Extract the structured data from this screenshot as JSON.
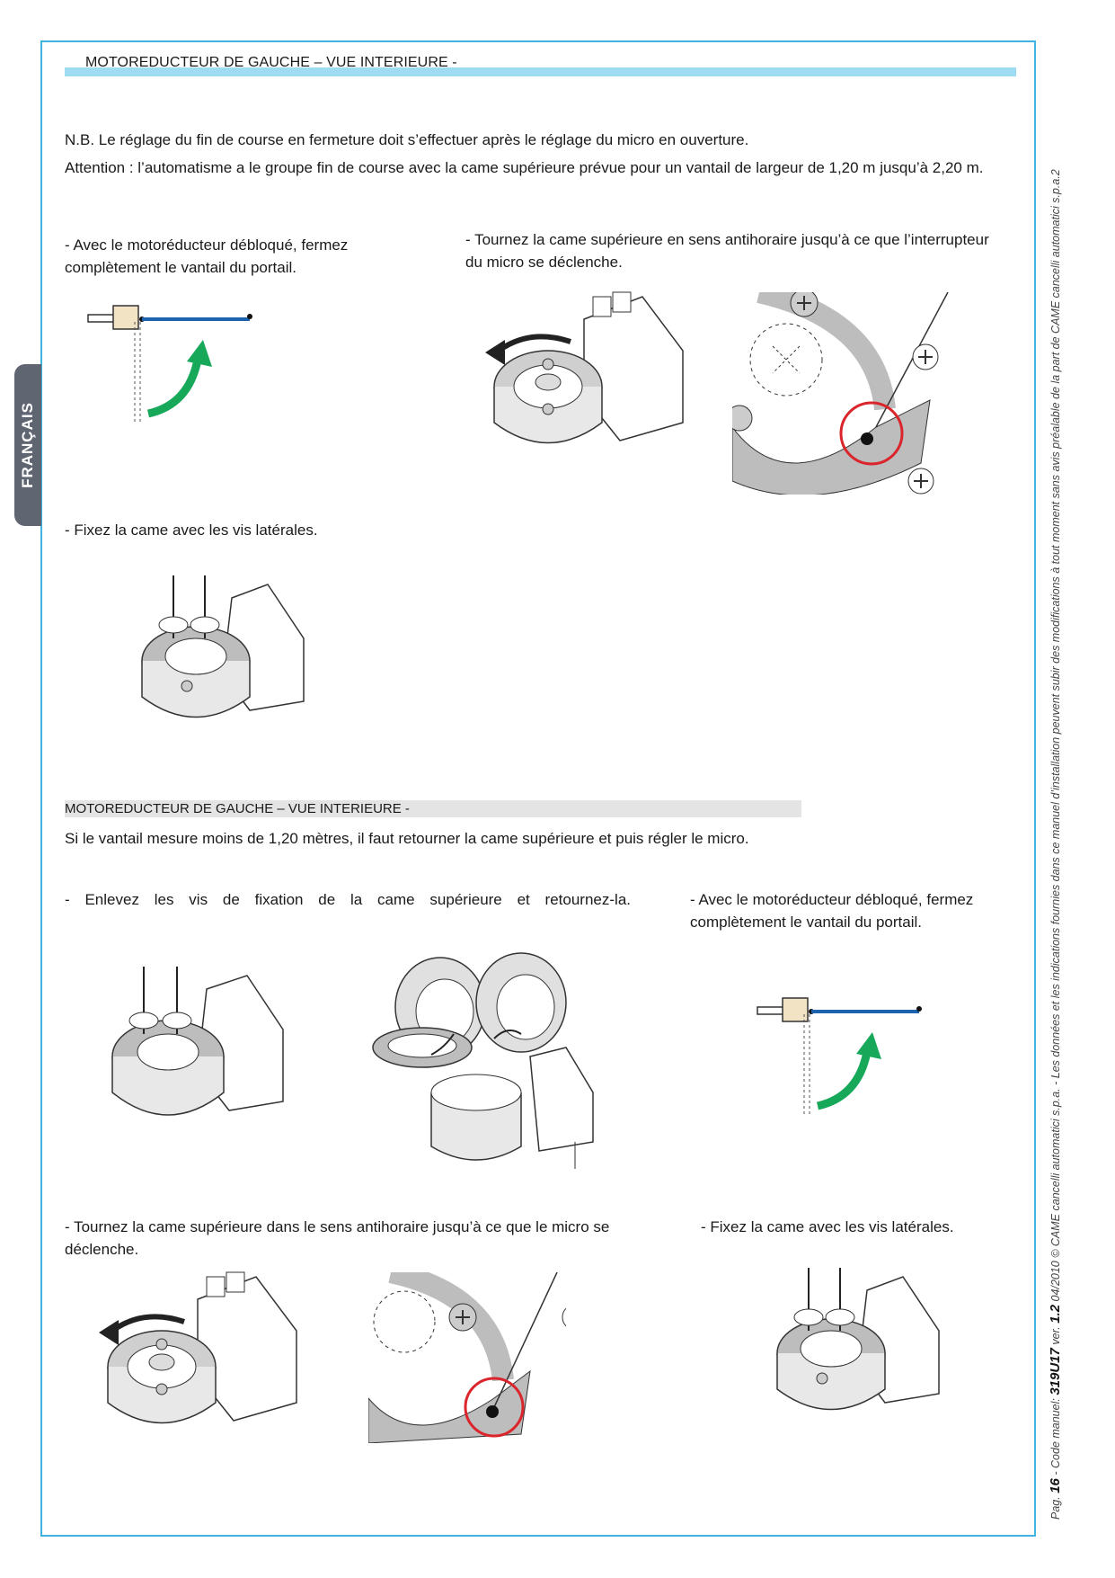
{
  "section1": {
    "heading": "MOTOREDUCTEUR DE GAUCHE – VUE INTERIEURE -"
  },
  "notes": {
    "nb": "N.B. Le réglage du fin de course en fermeture doit s’effectuer après le réglage du micro en ouverture.",
    "attention": "Attention : l’automatisme a le groupe fin de course avec la came supérieure prévue pour un vantail de largeur de 1,20 m jusqu’à 2,20 m."
  },
  "steps1": {
    "close_l1": "- Avec le motoréducteur débloqué, fermez",
    "close_l2": "complètement le vantail du portail.",
    "turn_l1": "- Tournez la came supérieure en sens antihoraire jusqu’à ce que l’interrupteur",
    "turn_l2": "du micro se déclenche.",
    "fix": "- Fixez la came avec les vis latérales."
  },
  "section2": {
    "heading": "MOTOREDUCTEUR DE GAUCHE – VUE INTERIEURE -",
    "intro": "Si le vantail mesure moins de 1,20 mètres, il faut retourner la came supérieure et puis régler le micro."
  },
  "steps2": {
    "remove": "- Enlevez les vis de fixation de la came supérieure et retournez-la.",
    "close_l1": "- Avec le motoréducteur débloqué, fermez",
    "close_l2": "complètement le vantail du portail.",
    "turn_l1": "- Tournez la came supérieure dans le sens antihoraire jusqu’à ce que le micro se",
    "turn_l2": "déclenche.",
    "fix": "- Fixez la came avec les vis latérales."
  },
  "side_tab": {
    "label": "FRANÇAIS"
  },
  "footer": {
    "pag_label": "Pag.",
    "page_number": "16",
    "code_label": "- Code manuel:",
    "code": "319U17",
    "ver_label": "ver.",
    "version": "1.2",
    "rest": "04/2010 © CAME cancelli automatici s.p.a. - Les données et les indications fournies dans ce manuel d’installation peuvent subir des modifications à tout moment sans avis préalable de la part de CAME cancelli automatici s.p.a.2"
  },
  "colors": {
    "frame": "#3fb4e0",
    "header_bar": "#9edcf4",
    "section_bar": "#e4e4e4",
    "tab": "#5f6672",
    "arrow_green": "#17a85a",
    "gate_blue": "#1d63b0",
    "highlight_red": "#d9252b"
  }
}
